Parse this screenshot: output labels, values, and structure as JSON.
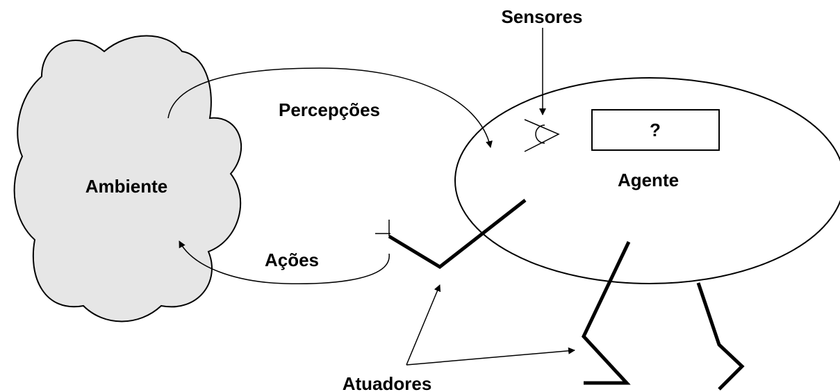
{
  "labels": {
    "environment": "Ambiente",
    "perceptions": "Percepções",
    "actions": "Ações",
    "sensors": "Sensores",
    "agent": "Agente",
    "unknown": "?",
    "actuators": "Atuadores"
  },
  "colors": {
    "cloud_fill": "#e6e6e6",
    "stroke": "#000000",
    "background": "#ffffff"
  }
}
